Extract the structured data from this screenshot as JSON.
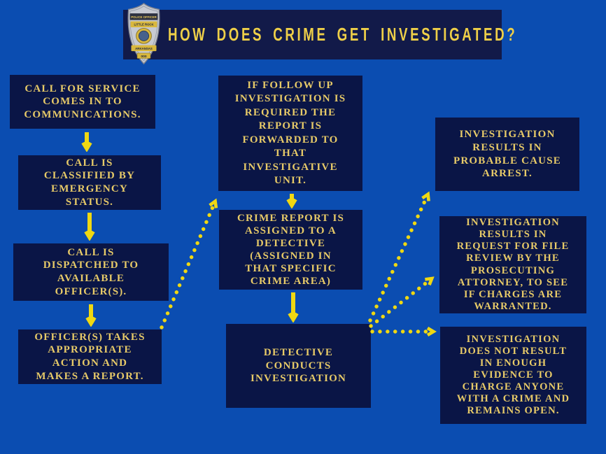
{
  "header": {
    "title": "HOW DOES CRIME GET INVESTIGATED?",
    "badge": {
      "line1": "POLICE OFFICER",
      "line2": "LITTLE ROCK",
      "line3": "ARKANSAS",
      "line4": "000"
    }
  },
  "flowchart": {
    "nodes": {
      "call_for_service": {
        "text": "CALL FOR SERVICE\nCOMES IN TO\nCOMMUNICATIONS."
      },
      "call_classified": {
        "text": "CALL IS\nCLASSIFIED BY\nEMERGENCY\nSTATUS."
      },
      "call_dispatched": {
        "text": "CALL IS\nDISPATCHED TO\nAVAILABLE\nOFFICER(S)."
      },
      "officer_action": {
        "text": "OFFICER(S) TAKES\nAPPROPRIATE\nACTION AND\nMAKES A REPORT."
      },
      "follow_up": {
        "text": "IF FOLLOW UP\nINVESTIGATION IS\nREQUIRED THE\nREPORT IS\nFORWARDED TO\nTHAT\nINVESTIGATIVE\nUNIT."
      },
      "report_assigned": {
        "text": "CRIME REPORT IS\nASSIGNED TO A\nDETECTIVE\n(ASSIGNED IN\nTHAT SPECIFIC\nCRIME AREA)"
      },
      "detective_investigates": {
        "text": "DETECTIVE\nCONDUCTS\nINVESTIGATION"
      },
      "probable_cause": {
        "text": "INVESTIGATION\nRESULTS IN\nPROBABLE CAUSE\nARREST."
      },
      "file_review": {
        "text": "INVESTIGATION\nRESULTS IN\nREQUEST FOR FILE\nREVIEW BY THE\nPROSECUTING\nATTORNEY, TO SEE\nIF CHARGES ARE\nWARRANTED."
      },
      "remains_open": {
        "text": "INVESTIGATION\nDOES NOT RESULT\nIN ENOUGH\nEVIDENCE TO\nCHARGE ANYONE\nWITH A CRIME AND\nREMAINS OPEN."
      }
    }
  },
  "colors": {
    "background": "#0b4db1",
    "box": "#0a1546",
    "header_bar": "#121a49",
    "text_gold": "#e7ca68",
    "title_gold": "#eecf48",
    "arrow_yellow": "#efd812"
  }
}
